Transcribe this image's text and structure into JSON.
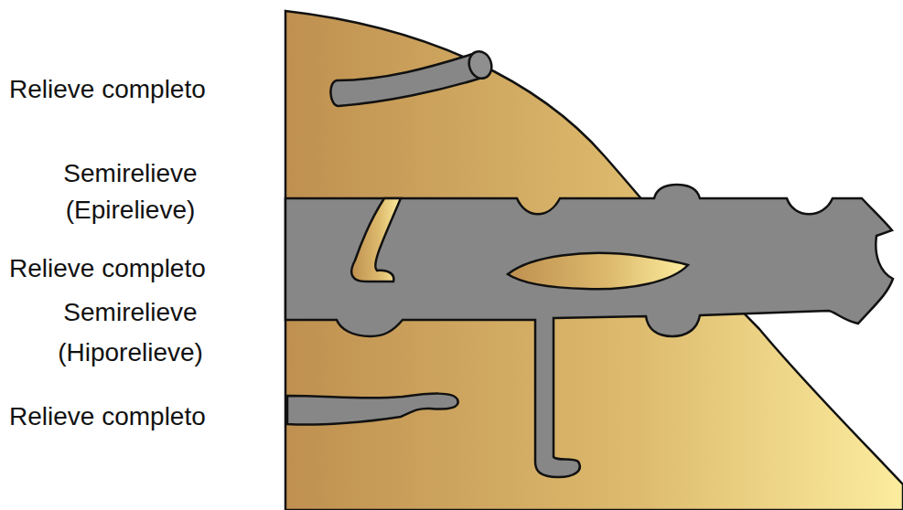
{
  "diagram": {
    "labels": [
      "Relieve completo",
      "Semirelieve (Epirelieve)",
      "Relieve completo",
      "Semirelieve (Hiporelieve)",
      "Relieve completo"
    ]
  }
}
